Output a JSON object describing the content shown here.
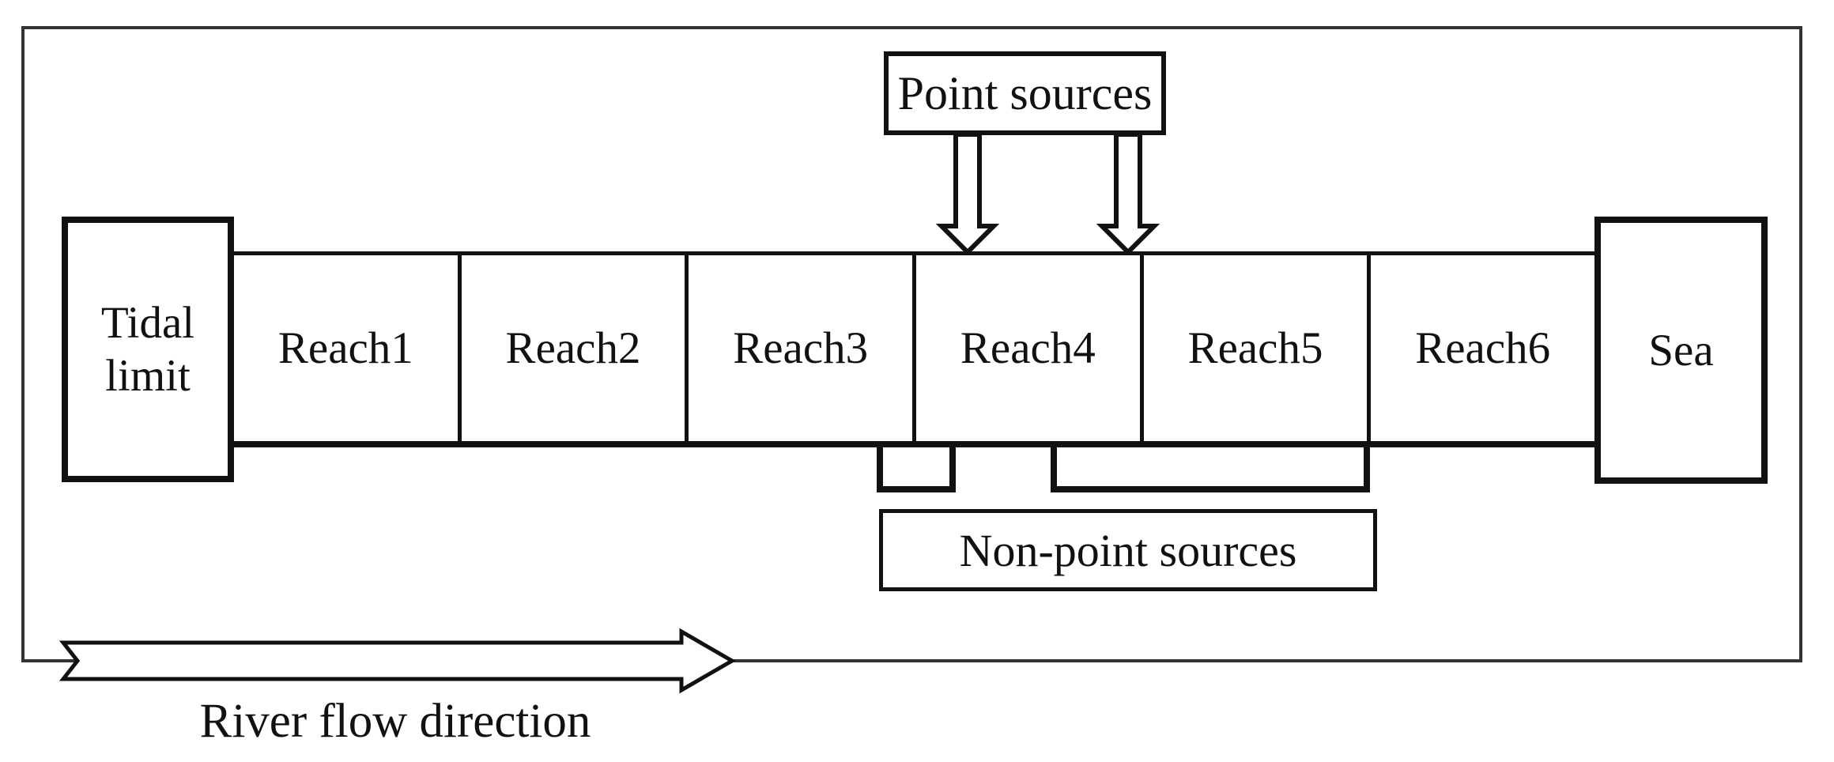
{
  "diagram": {
    "title_implicit": "Tidal river reach schematic",
    "point_sources_label": "Point sources",
    "non_point_sources_label": "Non-point sources",
    "river_flow_label": "River flow direction",
    "tidal_limit_lines": [
      "Tidal",
      "limit"
    ],
    "sea_label": "Sea",
    "reaches": [
      "Reach1",
      "Reach2",
      "Reach3",
      "Reach4",
      "Reach5",
      "Reach6"
    ]
  },
  "colors": {
    "line": "#111111",
    "frame_border": "#333333",
    "background": "#ffffff"
  }
}
